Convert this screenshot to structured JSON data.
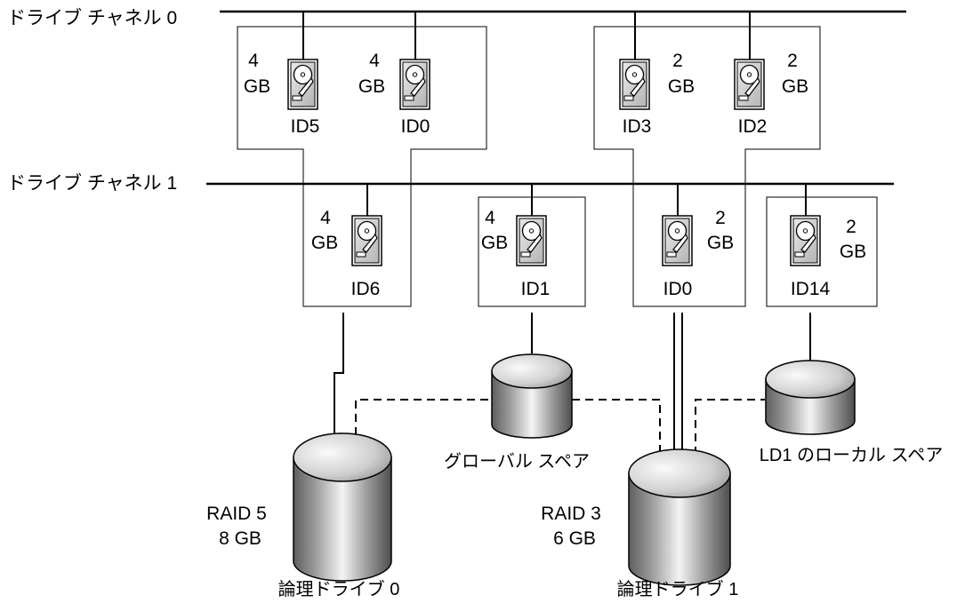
{
  "channels": [
    {
      "label": "ドライブ チャネル 0"
    },
    {
      "label": "ドライブ チャネル 1"
    }
  ],
  "drives": [
    {
      "id": "ID5",
      "size_num": "4",
      "size_unit": "GB"
    },
    {
      "id": "ID0",
      "size_num": "4",
      "size_unit": "GB"
    },
    {
      "id": "ID3",
      "size_num": "2",
      "size_unit": "GB"
    },
    {
      "id": "ID2",
      "size_num": "2",
      "size_unit": "GB"
    },
    {
      "id": "ID6",
      "size_num": "4",
      "size_unit": "GB"
    },
    {
      "id": "ID1",
      "size_num": "4",
      "size_unit": "GB"
    },
    {
      "id": "ID0",
      "size_num": "2",
      "size_unit": "GB"
    },
    {
      "id": "ID14",
      "size_num": "2",
      "size_unit": "GB"
    }
  ],
  "spares": {
    "global": "グローバル スペア",
    "local": "LD1 のローカル スペア"
  },
  "logical_drives": [
    {
      "raid": "RAID 5",
      "size": "8 GB",
      "name": "論理ドライブ 0"
    },
    {
      "raid": "RAID 3",
      "size": "6 GB",
      "name": "論理ドライブ 1"
    }
  ],
  "colors": {
    "line": "#000000",
    "disk_light": "#f2f2f2",
    "disk_mid": "#a8a8a8",
    "disk_dark": "#5a5a5a"
  }
}
